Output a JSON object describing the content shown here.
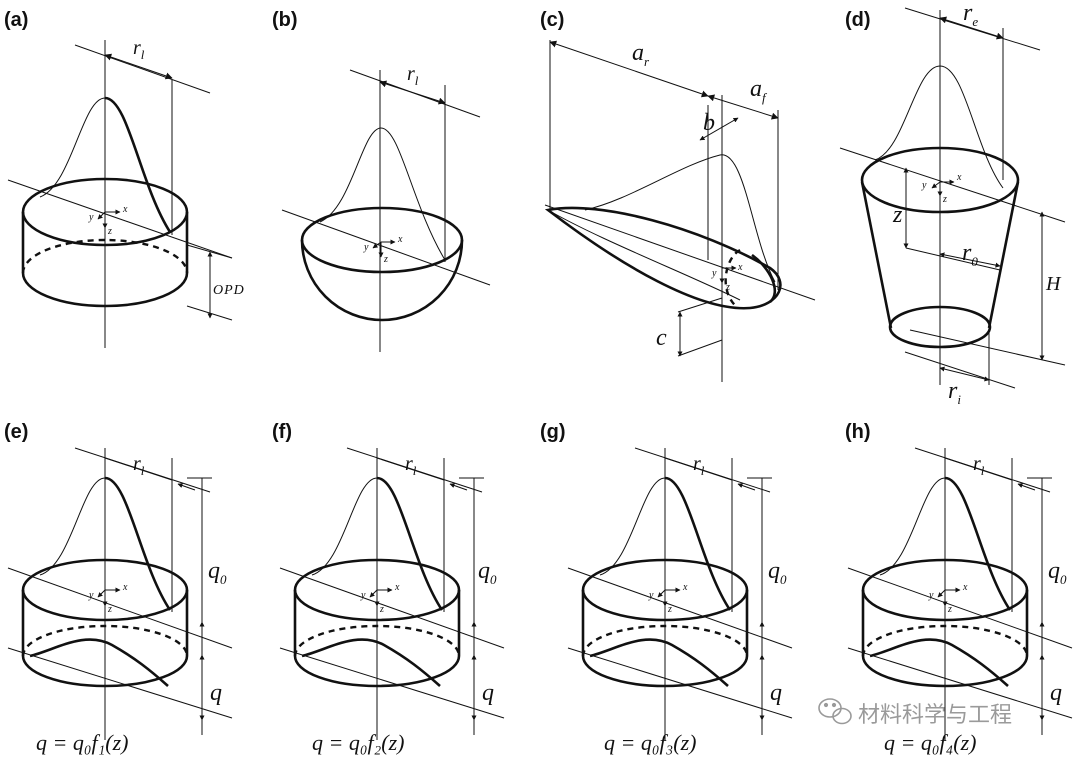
{
  "panels": {
    "a": {
      "label": "(a)",
      "r": "r",
      "r_sub": "l",
      "opd": "OPD"
    },
    "b": {
      "label": "(b)",
      "r": "r",
      "r_sub": "l"
    },
    "c": {
      "label": "(c)",
      "ar": "a",
      "ar_sub": "r",
      "af": "a",
      "af_sub": "f",
      "b": "b",
      "c": "c"
    },
    "d": {
      "label": "(d)",
      "re": "r",
      "re_sub": "e",
      "z": "z",
      "r0": "r",
      "r0_sub": "0",
      "H": "H",
      "ri": "r",
      "ri_sub": "i"
    },
    "e": {
      "label": "(e)",
      "r": "r",
      "r_sub": "l",
      "q0": "q",
      "q0_sub": "0",
      "q": "q",
      "formula": "q = q₀f₁(z)"
    },
    "f": {
      "label": "(f)",
      "r": "r",
      "r_sub": "l",
      "q0": "q",
      "q0_sub": "0",
      "q": "q",
      "formula": "q = q₀f₂(z)"
    },
    "g": {
      "label": "(g)",
      "r": "r",
      "r_sub": "l",
      "q0": "q",
      "q0_sub": "0",
      "q": "q",
      "formula": "q = q₀f₃(z)"
    },
    "h": {
      "label": "(h)",
      "r": "r",
      "r_sub": "l",
      "q0": "q",
      "q0_sub": "0",
      "q": "q",
      "formula": "q = q₀f₄(z)"
    }
  },
  "axes": {
    "x": "x",
    "y": "y",
    "z": "z"
  },
  "watermark": {
    "text": "材料科学与工程",
    "icon": "wechat-icon"
  }
}
